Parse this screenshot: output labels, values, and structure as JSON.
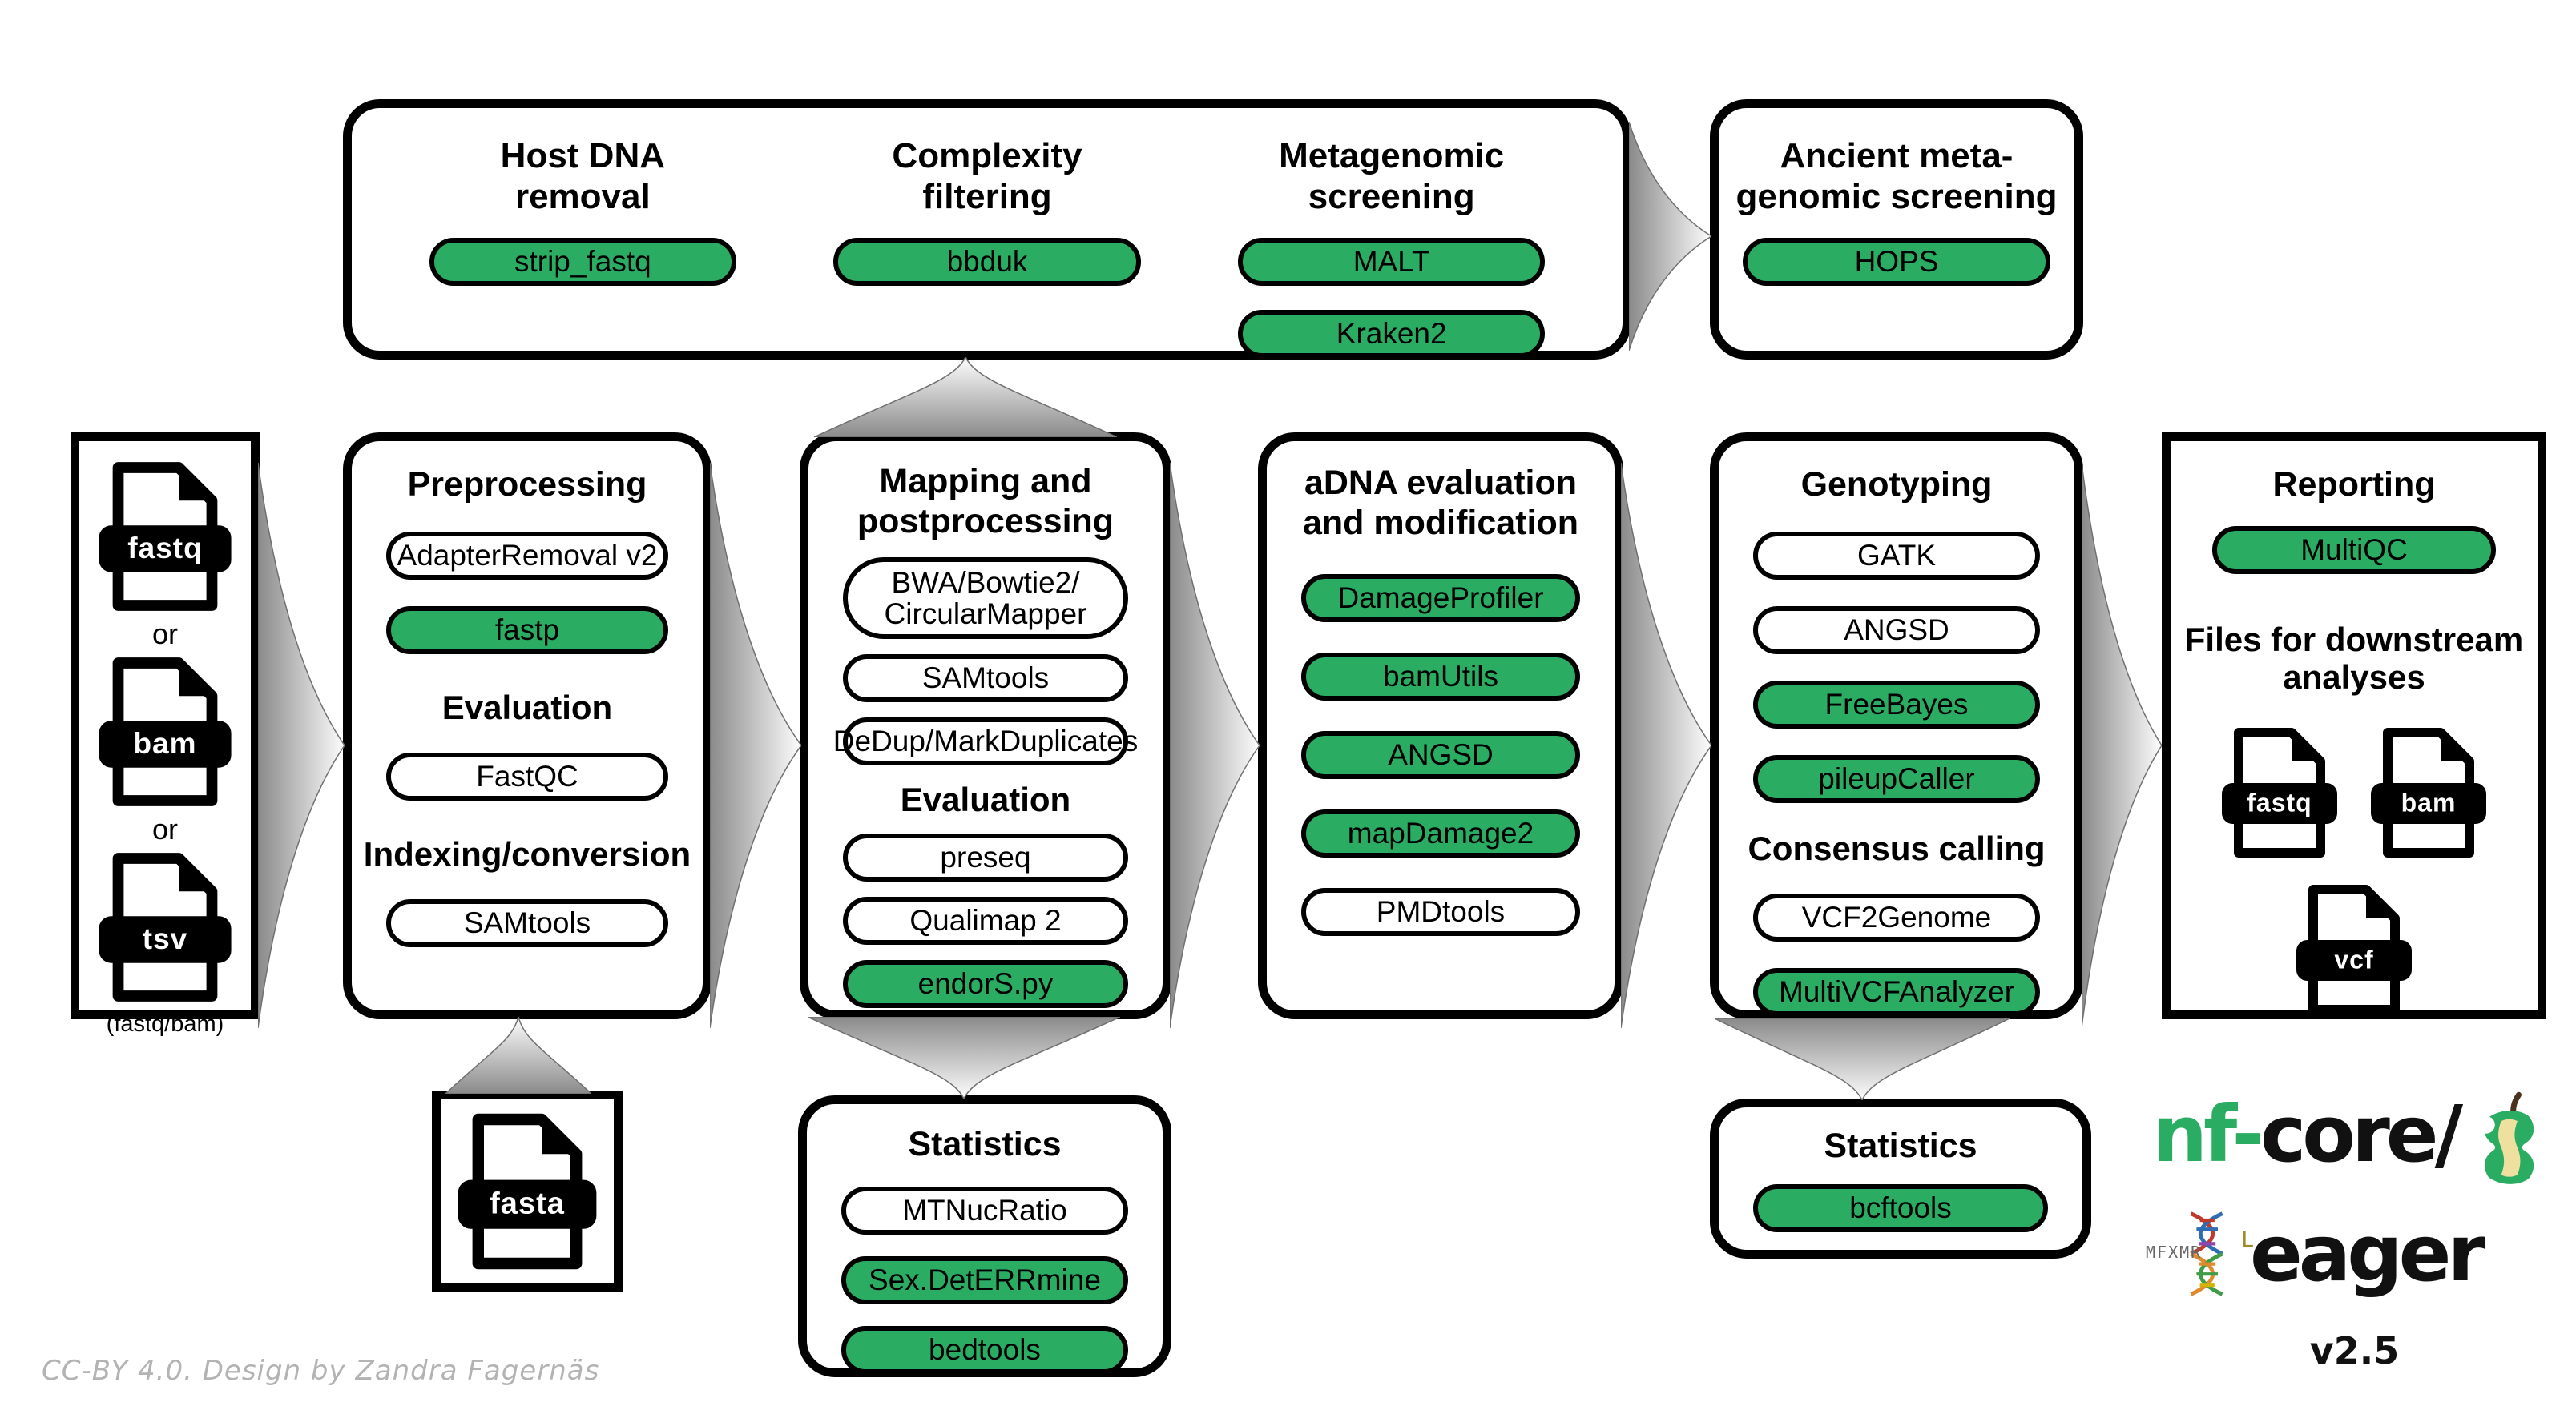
{
  "colors": {
    "green": "#2BAC63",
    "arrow_dark": "#8a8a8a",
    "arrow_light": "#fdfdfd"
  },
  "credit": "CC-BY 4.0. Design by Zandra Fagernäs",
  "input_box": {
    "file1_label": "fastq",
    "or1": "or",
    "file2_label": "bam",
    "or2": "or",
    "file3_label": "tsv",
    "note": "(fastq/bam)"
  },
  "host_box": {
    "col1": {
      "title": "Host DNA\nremoval",
      "pill1": "strip_fastq"
    },
    "col2": {
      "title": "Complexity\nfiltering",
      "pill1": "bbduk"
    },
    "col3": {
      "title": "Metagenomic\nscreening",
      "pill1": "MALT",
      "pill2": "Kraken2"
    }
  },
  "ancient_box": {
    "title": "Ancient meta-\ngenomic screening",
    "pill1": "HOPS"
  },
  "preprocessing_box": {
    "title": "Preprocessing",
    "pill1": "AdapterRemoval v2",
    "pill2": "fastp",
    "sub1": "Evaluation",
    "pill3": "FastQC",
    "sub2": "Indexing/conversion",
    "pill4": "SAMtools"
  },
  "mapping_box": {
    "title": "Mapping and\npostprocessing",
    "pill1": "BWA/Bowtie2/\nCircularMapper",
    "pill2": "SAMtools",
    "pill3": "DeDup/MarkDuplicates",
    "sub1": "Evaluation",
    "pill4": "preseq",
    "pill5": "Qualimap 2",
    "pill6": "endorS.py"
  },
  "adna_box": {
    "title": "aDNA evaluation\nand modification",
    "pill1": "DamageProfiler",
    "pill2": "bamUtils",
    "pill3": "ANGSD",
    "pill4": "mapDamage2",
    "pill5": "PMDtools"
  },
  "genotyping_box": {
    "title": "Genotyping",
    "pill1": "GATK",
    "pill2": "ANGSD",
    "pill3": "FreeBayes",
    "pill4": "pileupCaller",
    "sub1": "Consensus calling",
    "pill5": "VCF2Genome",
    "pill6": "MultiVCFAnalyzer"
  },
  "reporting_box": {
    "title": "Reporting",
    "pill1": "MultiQC",
    "sub1": "Files for downstream\nanalyses",
    "file1_label": "fastq",
    "file2_label": "bam",
    "file3_label": "vcf"
  },
  "fasta_box": {
    "file1_label": "fasta"
  },
  "stats_box": {
    "title": "Statistics",
    "pill1": "MTNucRatio",
    "pill2": "Sex.DetERRmine",
    "pill3": "bedtools"
  },
  "bcftools_box": {
    "title": "Statistics",
    "pill1": "bcftools"
  },
  "logo": {
    "prefix": "nf-",
    "suffix": "core/",
    "name": "eager",
    "version": "v2.5",
    "runes": "MFXMR",
    "rune_l": "L"
  }
}
